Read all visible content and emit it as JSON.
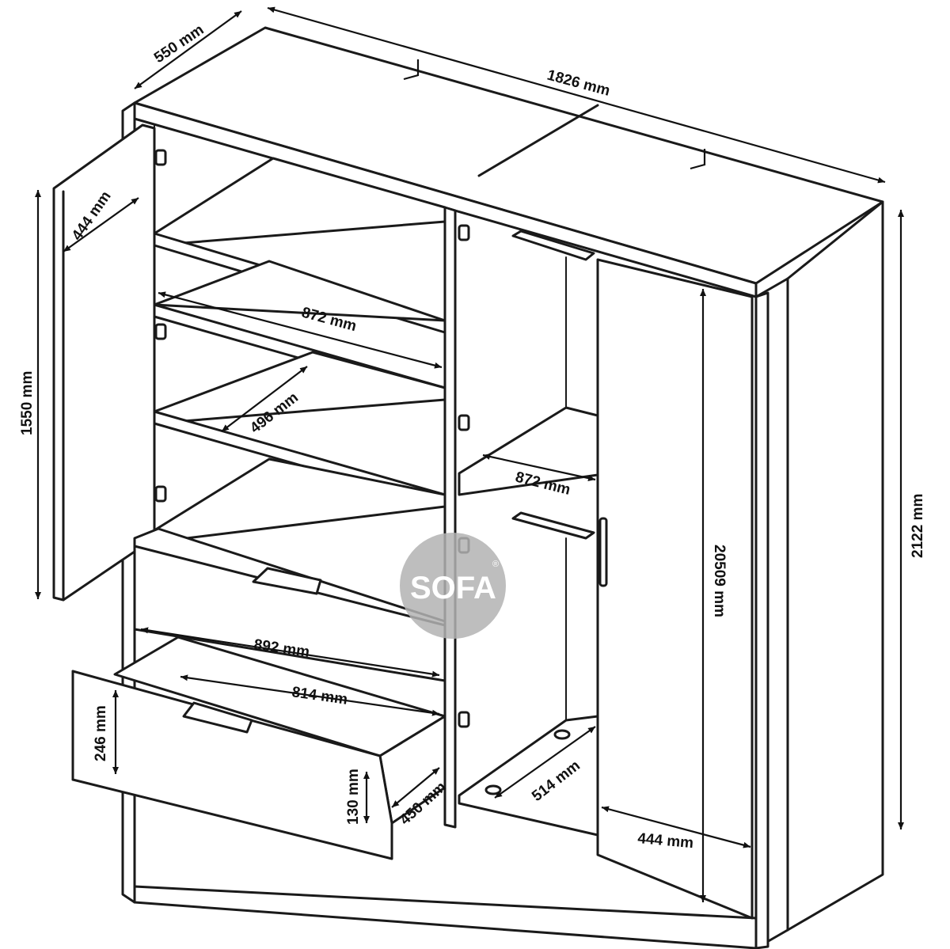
{
  "diagram": {
    "dimensions": {
      "overall_depth": "550 mm",
      "overall_width": "1826 mm",
      "overall_height": "2122 mm",
      "left_door_height": "1550 mm",
      "left_door_width": "444 mm",
      "shelf_width": "872 mm",
      "shelf_depth": "496 mm",
      "hanging_width": "872 mm",
      "inner_height": "20509 mm",
      "drawer_width": "892 mm",
      "drawer_inner_width": "814 mm",
      "drawer_front_height": "246 mm",
      "drawer_side_height": "130 mm",
      "drawer_depth": "450 mm",
      "hanging_depth": "514 mm",
      "right_door_width": "444 mm"
    },
    "watermark": {
      "text": "SOFA",
      "mark": "®",
      "color": "#b3b3b3"
    }
  }
}
